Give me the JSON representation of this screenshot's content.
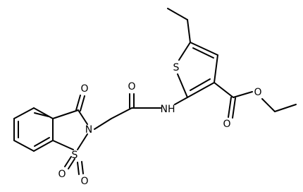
{
  "structure": {
    "atoms": {
      "O_carbonyl_ring": "O",
      "N_ring": "N",
      "S_ring": "S",
      "O_sulfonyl_1": "O",
      "O_sulfonyl_2": "O",
      "O_amide": "O",
      "N_amide": "NH",
      "S_thiophene": "S",
      "O_ester_carbonyl": "O",
      "O_ester": "O"
    }
  },
  "colors": {
    "bond": "#000000",
    "label": "#000000",
    "background": "#ffffff"
  }
}
